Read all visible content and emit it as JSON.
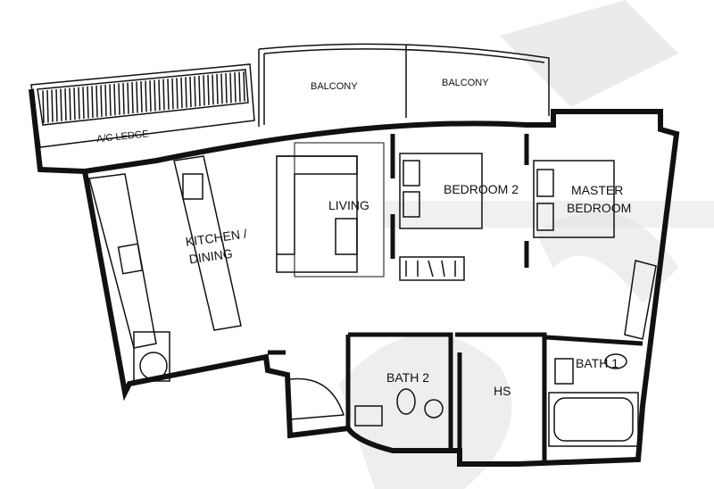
{
  "rooms": {
    "ac_ledge": "A/C LEDGE",
    "balcony_1": "BALCONY",
    "balcony_2": "BALCONY",
    "kitchen_1": "KITCHEN /",
    "kitchen_2": "DINING",
    "living": "LIVING",
    "bedroom_2": "BEDROOM 2",
    "master_1": "MASTER",
    "master_2": "BEDROOM",
    "bath_2": "BATH 2",
    "hs": "HS",
    "bath_1": "BATH 1"
  },
  "colors": {
    "walls": "#111111",
    "watermark": "#cccccc"
  }
}
